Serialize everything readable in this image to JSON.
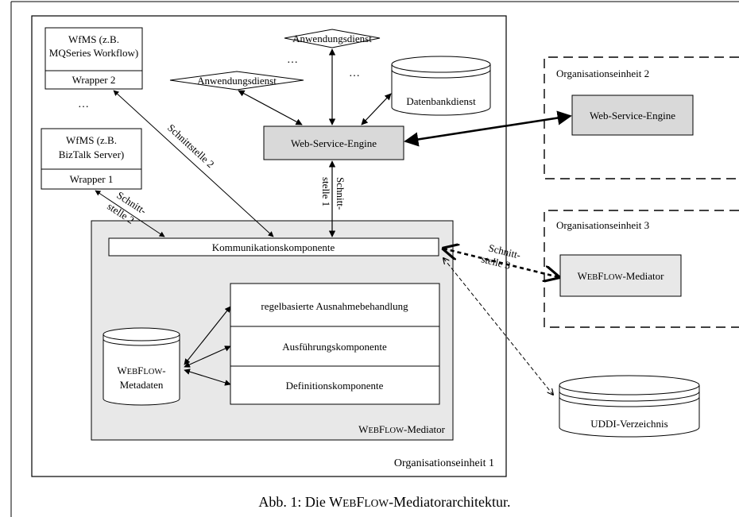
{
  "nodes": {
    "wfms_mq_line1": "WfMS (z.B.",
    "wfms_mq_line2": "MQSeries Workflow)",
    "wrapper2": "Wrapper 2",
    "ellipsis_left": "…",
    "wfms_biz_line1": "WfMS (z.B.",
    "wfms_biz_line2": "BizTalk Server)",
    "wrapper1": "Wrapper 1",
    "anwendungsdienst_top": "Anwendungsdienst",
    "anwendungsdienst_left": "Anwendungsdienst",
    "ellipsis_top": "…",
    "ellipsis_mid": "…",
    "datenbankdienst": "Datenbankdienst",
    "web_service_engine": "Web-Service-Engine",
    "kommunikationskomponente": "Kommunikationskomponente",
    "regelbasierte": "regelbasierte Ausnahmebehandlung",
    "ausfuehrung": "Ausführungskomponente",
    "definition": "Definitionskomponente",
    "metadaten_w": "W",
    "metadaten_ebflow": "EB",
    "metadaten_f": "F",
    "metadaten_low": "LOW",
    "metadaten_dash": "-",
    "metadaten_line2": "Metadaten",
    "mediator_w": "W",
    "mediator_eb": "EB",
    "mediator_f": "F",
    "mediator_low": "LOW",
    "mediator_rest": "-Mediator",
    "org1": "Organisationseinheit 1",
    "org2": "Organisationseinheit 2",
    "org2_engine": "Web-Service-Engine",
    "org3": "Organisationseinheit 3",
    "org3_w": "W",
    "org3_eb": "EB",
    "org3_f": "F",
    "org3_low": "LOW",
    "org3_rest": "-Mediator",
    "uddi": "UDDI-Verzeichnis"
  },
  "edge_labels": {
    "schnittstelle2_diag": "Schnittstelle 2",
    "schnitt_stelle2_a": "Schnitt-",
    "schnitt_stelle2_b": "stelle 2",
    "schnitt_stelle1_a": "Schnitt-",
    "schnitt_stelle1_b": "stelle 1",
    "schnitt_stelle3_a": "Schnitt-",
    "schnitt_stelle3_b": "stelle 3"
  },
  "caption": {
    "prefix": "Abb. 1: Die W",
    "eb": "EB",
    "f": "F",
    "low": "LOW",
    "suffix": "-Mediatorarchitektur."
  },
  "colors": {
    "gray_fill": "#d9d9d9",
    "light_fill": "#e8e8e8",
    "line": "#000000"
  }
}
